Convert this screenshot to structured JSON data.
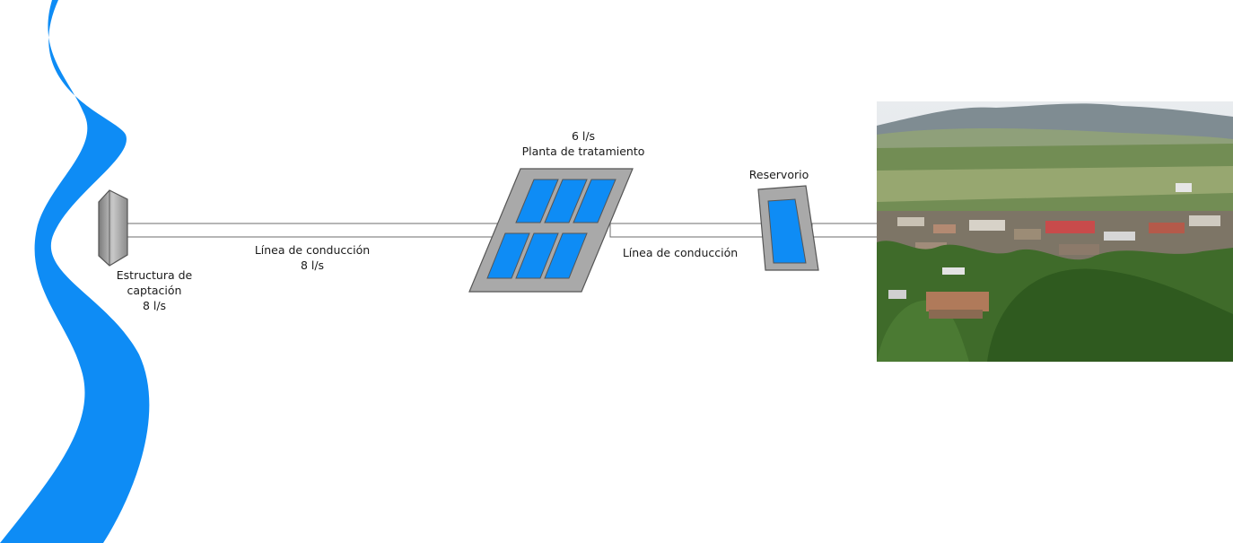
{
  "intake": {
    "line1": "Estructura de",
    "line2": "captación",
    "flow": "8 l/s"
  },
  "line1": {
    "label": "Línea de conducción",
    "flow": "8 l/s"
  },
  "plant": {
    "flow": "6 l/s",
    "label": "Planta de tratamiento"
  },
  "reservoir": {
    "label": "Reservorio"
  },
  "line2": {
    "label": "Línea de conducción"
  },
  "colors": {
    "water": "#0e8cf5",
    "structure_gray": "#a9a9a9",
    "structure_stroke": "#555555",
    "pipe": "#ffffff",
    "pipe_stroke": "#6e6e6e"
  }
}
